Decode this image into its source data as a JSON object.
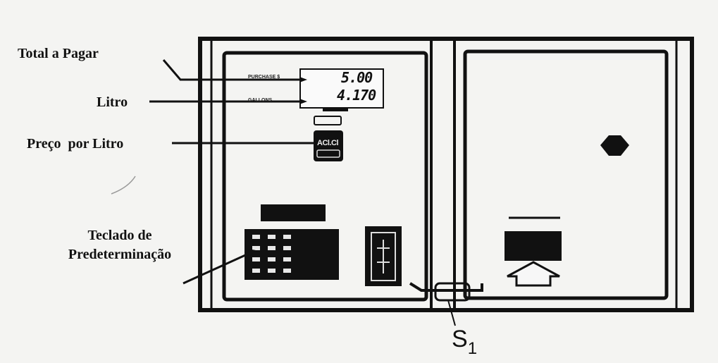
{
  "labels": {
    "total": "Total a Pagar",
    "litro": "Litro",
    "preco": "Preço  por Litro",
    "teclado_line1": "Teclado de",
    "teclado_line2": "Predeterminação",
    "sensor_base": "S",
    "sensor_sub": "1"
  },
  "display": {
    "total_value": "5.00",
    "litro_value": "4.170",
    "total_tag": "PURCHASE $",
    "litro_tag": "GALLONS",
    "preco_value": "ACl.Cl"
  },
  "colors": {
    "ink": "#111111",
    "paper": "#f4f4f2"
  }
}
